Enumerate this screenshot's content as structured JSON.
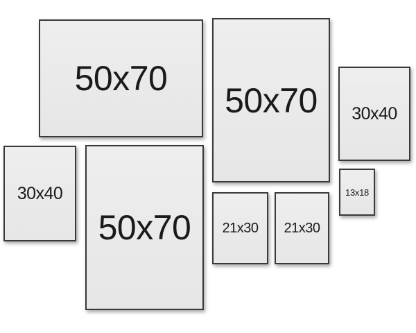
{
  "frames": [
    {
      "label": "50x70"
    },
    {
      "label": "50x70"
    },
    {
      "label": "30x40"
    },
    {
      "label": "30x40"
    },
    {
      "label": "50x70"
    },
    {
      "label": "21x30"
    },
    {
      "label": "21x30"
    },
    {
      "label": "13x18"
    }
  ]
}
